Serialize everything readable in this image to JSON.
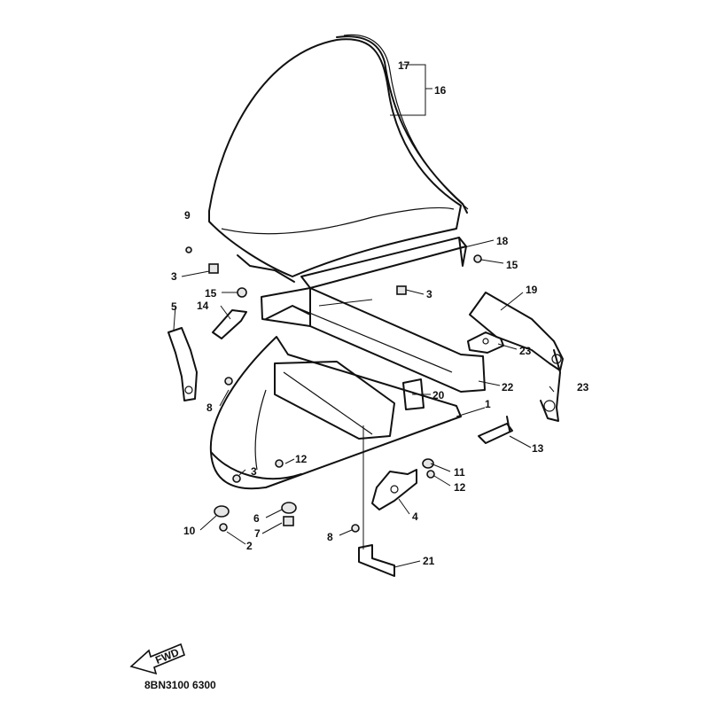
{
  "callouts": {
    "p1": "1",
    "p2": "2",
    "p3a": "3",
    "p3b": "3",
    "p3c": "3",
    "p4": "4",
    "p5": "5",
    "p6": "6",
    "p7": "7",
    "p8a": "8",
    "p8b": "8",
    "p9": "9",
    "p10": "10",
    "p11": "11",
    "p12a": "12",
    "p12b": "12",
    "p13": "13",
    "p14": "14",
    "p15a": "15",
    "p15b": "15",
    "p16": "16",
    "p17": "17",
    "p18": "18",
    "p19": "19",
    "p20": "20",
    "p21": "21",
    "p22": "22",
    "p23a": "23",
    "p23b": "23"
  },
  "fwd_label": "FWD",
  "diagram_code": "8BN3100 6300"
}
